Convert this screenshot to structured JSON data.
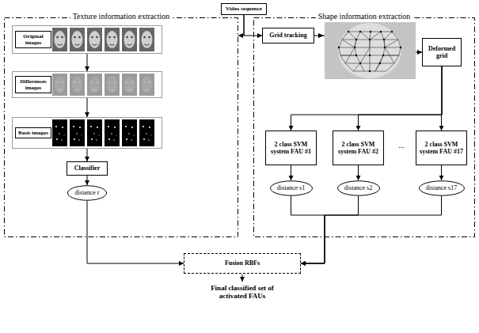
{
  "diagram": {
    "nodes": [
      {
        "text": [
          "Video sequence"
        ]
      },
      {
        "text": [
          "Texture information extraction"
        ]
      },
      {
        "text": [
          "Original images"
        ],
        "in": 1
      },
      {
        "text": [
          "Differences images"
        ],
        "in": 1
      },
      {
        "text": [
          "Basis images"
        ],
        "in": 1
      },
      {
        "text": [
          "Classifier"
        ],
        "in": 1
      },
      {
        "text": [
          "distance r"
        ],
        "in": 1
      },
      {
        "text": [
          "Shape information extraction"
        ]
      },
      {
        "text": [
          "Grid tracking"
        ],
        "in": 7
      },
      {
        "text": [
          "Deformed grid"
        ],
        "in": 7
      },
      {
        "text": [
          "2 class SVM system FAU #1"
        ],
        "in": 7
      },
      {
        "text": [
          "2 class SVM system FAU #2"
        ],
        "in": 7
      },
      {
        "text": [
          "2 class SVM system FAU #17"
        ],
        "in": 7
      },
      {
        "text": [
          "distance s1"
        ],
        "in": 7
      },
      {
        "text": [
          "distance s2"
        ],
        "in": 7
      },
      {
        "text": [
          "distance s17"
        ],
        "in": 7
      },
      {
        "text": [
          "Fusion RBFs"
        ]
      }
    ],
    "edges": [
      {
        "from": 0,
        "to": 1,
        "arrow": "to"
      },
      {
        "from": 0,
        "to": 8,
        "arrow": "to"
      },
      {
        "from": 2,
        "to": 3,
        "arrow": "to"
      },
      {
        "from": 3,
        "to": 4,
        "arrow": "to"
      },
      {
        "from": 4,
        "to": 5,
        "arrow": "to"
      },
      {
        "from": 5,
        "to": 6,
        "arrow": "to"
      },
      {
        "from": 8,
        "to": 9,
        "arrow": "to"
      },
      {
        "from": 9,
        "to": 10,
        "arrow": "to"
      },
      {
        "from": 9,
        "to": 11,
        "arrow": "to"
      },
      {
        "from": 9,
        "to": 12,
        "arrow": "to"
      },
      {
        "from": 10,
        "to": 13,
        "arrow": "to"
      },
      {
        "from": 11,
        "to": 14,
        "arrow": "to"
      },
      {
        "from": 12,
        "to": 15,
        "arrow": "to"
      },
      {
        "from": 6,
        "to": 16,
        "arrow": "to"
      },
      {
        "from": 13,
        "to": 16,
        "arrow": "to"
      },
      {
        "from": 14,
        "to": 16,
        "arrow": "to"
      },
      {
        "from": 15,
        "to": 16,
        "arrow": "to"
      }
    ],
    "labels": [
      "...",
      "Final classified set of activated FAUs"
    ]
  }
}
